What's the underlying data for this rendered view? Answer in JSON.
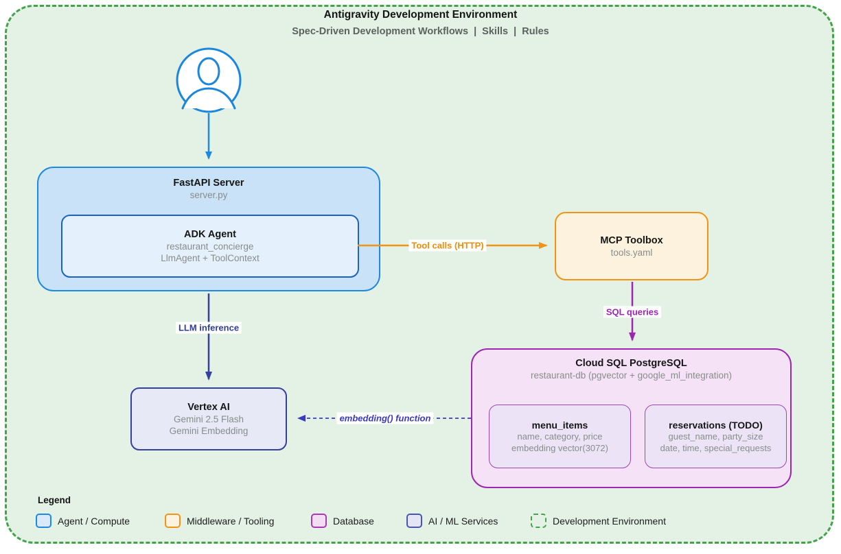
{
  "header": {
    "title": "Antigravity Development Environment",
    "subtitle": "Spec-Driven Development Workflows  |  Skills  |  Rules"
  },
  "nodes": {
    "fastapi": {
      "title": "FastAPI Server",
      "subtitle": "server.py"
    },
    "adk": {
      "title": "ADK Agent",
      "line1": "restaurant_concierge",
      "line2": "LlmAgent + ToolContext"
    },
    "mcp": {
      "title": "MCP Toolbox",
      "subtitle": "tools.yaml"
    },
    "cloudsql": {
      "title": "Cloud SQL PostgreSQL",
      "subtitle": "restaurant-db (pgvector + google_ml_integration)"
    },
    "menu_items": {
      "title": "menu_items",
      "line1": "name, category, price",
      "line2": "embedding vector(3072)"
    },
    "reservations": {
      "title": "reservations (TODO)",
      "line1": "guest_name, party_size",
      "line2": "date, time, special_requests"
    },
    "vertex": {
      "title": "Vertex AI",
      "line1": "Gemini 2.5 Flash",
      "line2": "Gemini Embedding"
    }
  },
  "edges": {
    "user_to_fastapi": {
      "label": "",
      "color": "#1e88e5",
      "style": "solid"
    },
    "tool_calls": {
      "label": "Tool calls (HTTP)",
      "color": "#ef9414",
      "style": "solid"
    },
    "sql_queries": {
      "label": "SQL queries",
      "color": "#9c27b0",
      "style": "solid"
    },
    "llm_inference": {
      "label": "LLM inference",
      "color": "#34409e",
      "style": "solid"
    },
    "embedding_function": {
      "label": "embedding() function",
      "color": "#3a3ac0",
      "style": "dashed"
    }
  },
  "legend": {
    "title": "Legend",
    "items": [
      {
        "label": "Agent / Compute",
        "fill": "#d8eafb",
        "border": "#1e88e5"
      },
      {
        "label": "Middleware / Tooling",
        "fill": "#fdf2de",
        "border": "#ef9414"
      },
      {
        "label": "Database",
        "fill": "#f3ddf3",
        "border": "#a937b8"
      },
      {
        "label": "AI / ML Services",
        "fill": "#e3e5f6",
        "border": "#4a55b0"
      },
      {
        "label": "Development Environment",
        "fill": "transparent",
        "border": "#44a24c"
      }
    ]
  },
  "colors": {
    "environment_fill": "#e4f1e5",
    "environment_border": "#44a24c",
    "agent_compute_border": "#1e88e5",
    "middleware_border": "#ef9414",
    "database_border": "#9c27b0",
    "ai_ml_border": "#34409e"
  }
}
